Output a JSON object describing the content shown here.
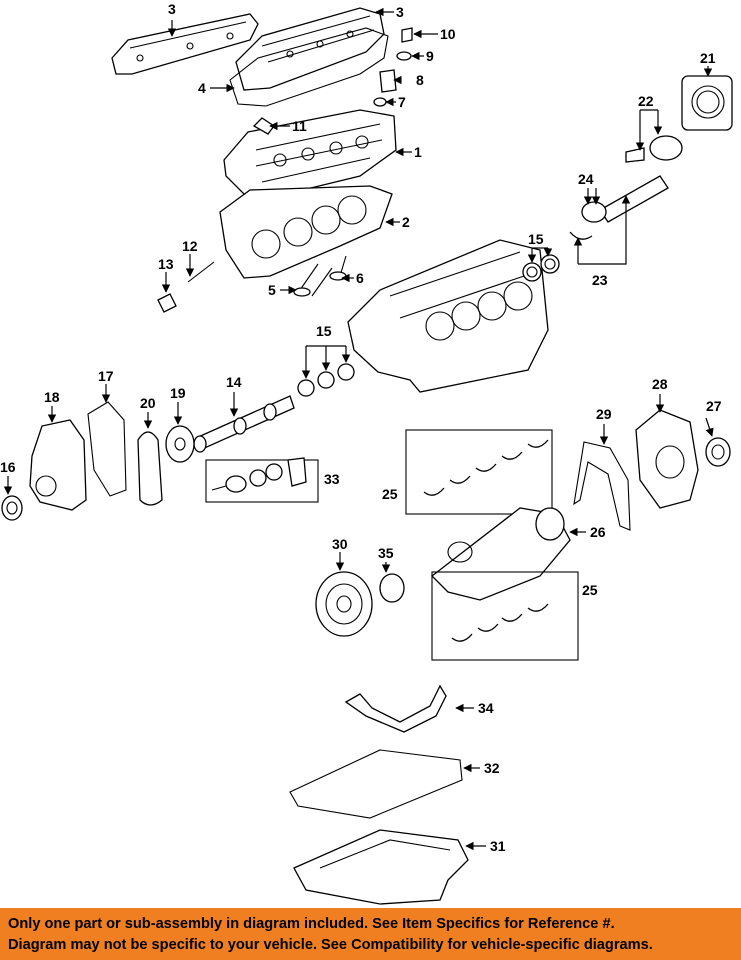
{
  "diagram": {
    "callouts": {
      "c1": "1",
      "c2": "2",
      "c3a": "3",
      "c3b": "3",
      "c4": "4",
      "c5": "5",
      "c6": "6",
      "c7": "7",
      "c8": "8",
      "c9": "9",
      "c10": "10",
      "c11": "11",
      "c12": "12",
      "c13": "13",
      "c14": "14",
      "c15a": "15",
      "c15b": "15",
      "c16": "16",
      "c17": "17",
      "c18": "18",
      "c19": "19",
      "c20": "20",
      "c21": "21",
      "c22": "22",
      "c23": "23",
      "c24": "24",
      "c25a": "25",
      "c25b": "25",
      "c26": "26",
      "c27": "27",
      "c28": "28",
      "c29": "29",
      "c30": "30",
      "c31": "31",
      "c32": "32",
      "c33": "33",
      "c34": "34",
      "c35": "35"
    }
  },
  "notice": {
    "line1": "Only one part or sub-assembly in diagram included. See Item Specifics for Reference #.",
    "line2": "Diagram may not be specific to your vehicle. See Compatibility for vehicle-specific diagrams."
  },
  "colors": {
    "banner": "#f07f22",
    "line": "#000000",
    "background": "#ffffff"
  }
}
